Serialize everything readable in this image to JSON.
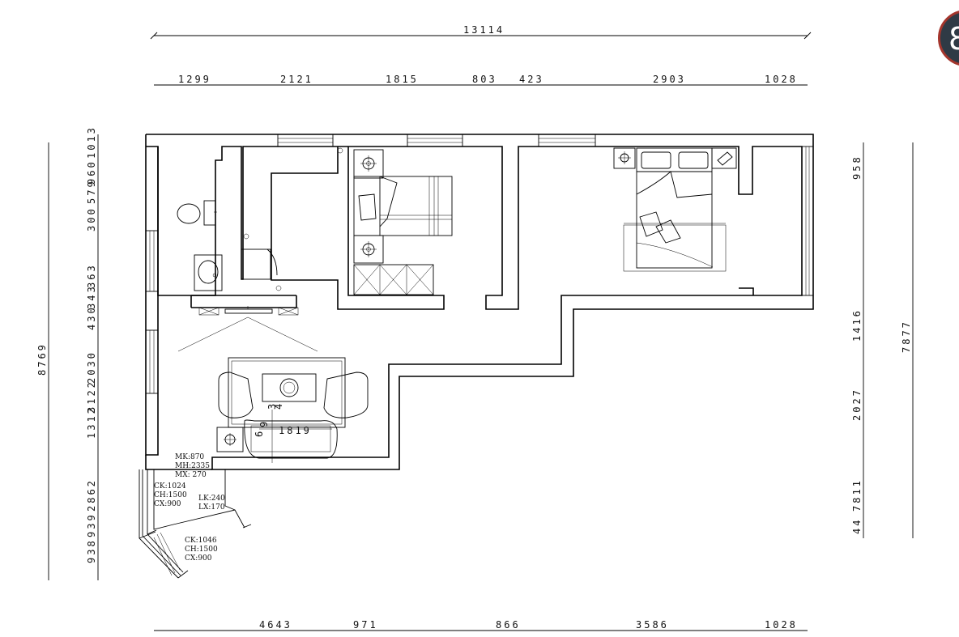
{
  "dimensions": {
    "overall_top": "13114",
    "top_segments": [
      "1299",
      "2121",
      "1815",
      "803",
      "423",
      "2903",
      "1028"
    ],
    "bottom_segments": [
      "4643",
      "971",
      "866",
      "3586",
      "1028"
    ],
    "left_overall": "8769",
    "left_segments": [
      "1013",
      "960",
      "579",
      "300",
      "363",
      "343",
      "430",
      "2030",
      "3122",
      "1312",
      "2862",
      "939",
      "938"
    ],
    "right_segments": [
      "958",
      "1416",
      "2027",
      "7811",
      "44"
    ],
    "right_overall": "7877",
    "interior_labels": [
      "1819",
      "3",
      "4",
      "9",
      "6"
    ]
  },
  "annotations": {
    "door_note": [
      "MK:870",
      "MH:2335",
      "MX: 270"
    ],
    "window_note_1": [
      "CK:1024",
      "CH:1500",
      "CX:900"
    ],
    "window_note_2": [
      "LK:240",
      "LX:170"
    ],
    "window_note_3": [
      "CK:1046",
      "CH:1500",
      "CX:900"
    ]
  },
  "logo": {
    "text": "8",
    "colors": {
      "fill": "#2f3a45",
      "ring": "#a4352c"
    }
  }
}
